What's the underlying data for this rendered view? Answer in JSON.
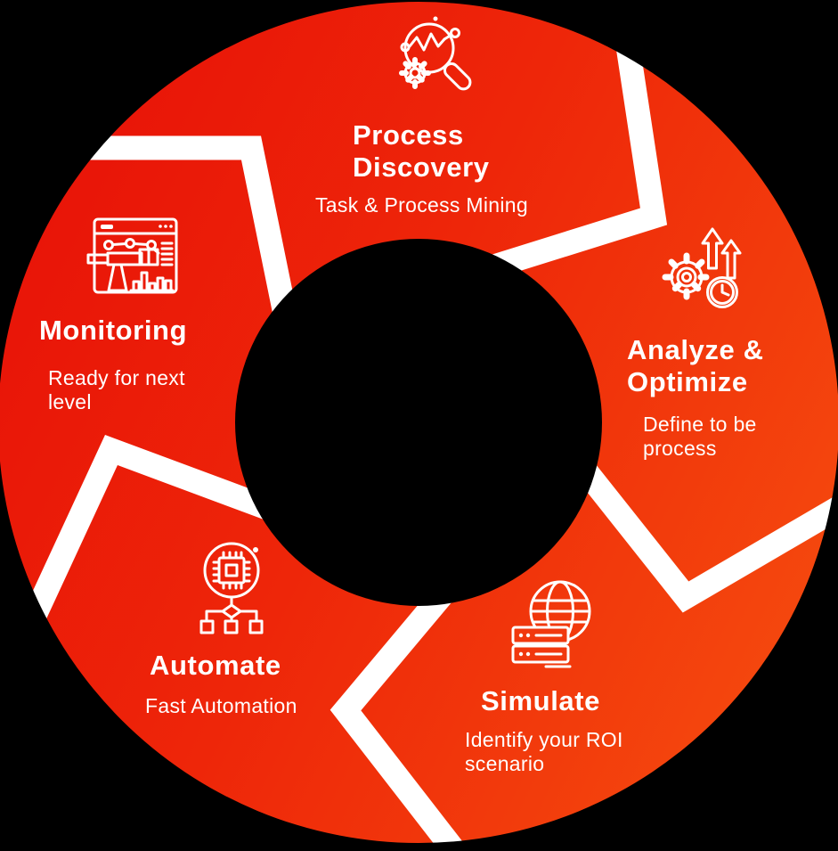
{
  "diagram": {
    "type": "process-cycle",
    "direction": "clockwise",
    "colors": {
      "background": "#000000",
      "ring_gradient_start": "#e81308",
      "ring_gradient_mid": "#ee2609",
      "ring_gradient_end": "#f54a0e",
      "separator": "#ffffff",
      "text": "#ffffff",
      "icon_stroke": "#ffffff"
    },
    "steps": [
      {
        "id": "process-discovery",
        "position": "top",
        "title": "Process Discovery",
        "subtitle": "Task & Process Mining",
        "icon": "process-mining-magnifier-icon"
      },
      {
        "id": "analyze-optimize",
        "position": "right",
        "title": "Analyze & Optimize",
        "subtitle": "Define to be process",
        "icon": "gear-arrows-clock-icon"
      },
      {
        "id": "simulate",
        "position": "bottom-right",
        "title": "Simulate",
        "subtitle": "Identify your ROI scenario",
        "icon": "globe-server-icon"
      },
      {
        "id": "automate",
        "position": "bottom-left",
        "title": "Automate",
        "subtitle": "Fast Automation",
        "icon": "chip-hierarchy-icon"
      },
      {
        "id": "monitoring",
        "position": "left",
        "title": "Monitoring",
        "subtitle": "Ready for next level",
        "icon": "dashboard-telescope-icon"
      }
    ]
  }
}
